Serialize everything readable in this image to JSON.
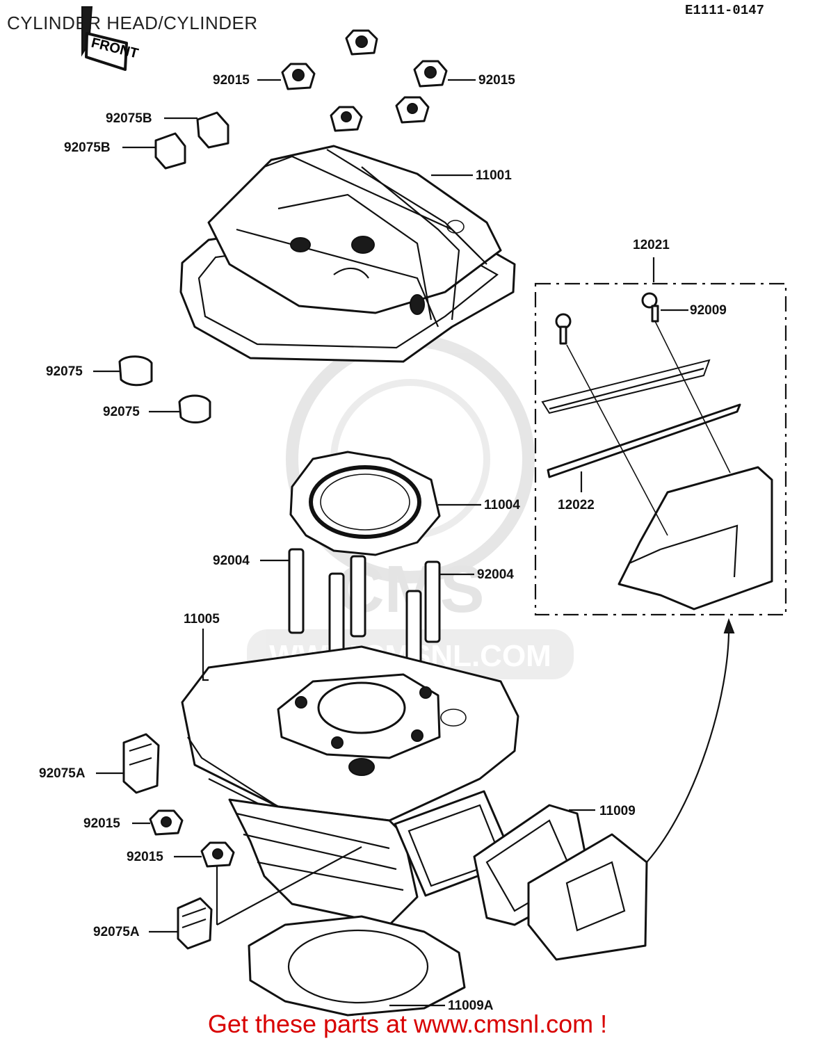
{
  "title": "CYLINDER HEAD/CYLINDER",
  "diagram_code": "E1111-0147",
  "front_marker": "FRONT",
  "watermark": {
    "brand": "CMS",
    "url": "WWW.CMSNL.COM"
  },
  "footer_text": "Get these parts at www.cmsnl.com !",
  "labels": {
    "l92015_a": "92015",
    "l92015_b": "92015",
    "l92075b_a": "92075B",
    "l92075b_b": "92075B",
    "l11001": "11001",
    "l12021": "12021",
    "l92009": "92009",
    "l92075_a": "92075",
    "l92075_b": "92075",
    "l12022": "12022",
    "l11004": "11004",
    "l92004_a": "92004",
    "l92004_b": "92004",
    "l11005": "11005",
    "l92075a_a": "92075A",
    "l92015_c": "92015",
    "l92015_d": "92015",
    "l92075a_b": "92075A",
    "l11009": "11009",
    "l11009a": "11009A"
  }
}
